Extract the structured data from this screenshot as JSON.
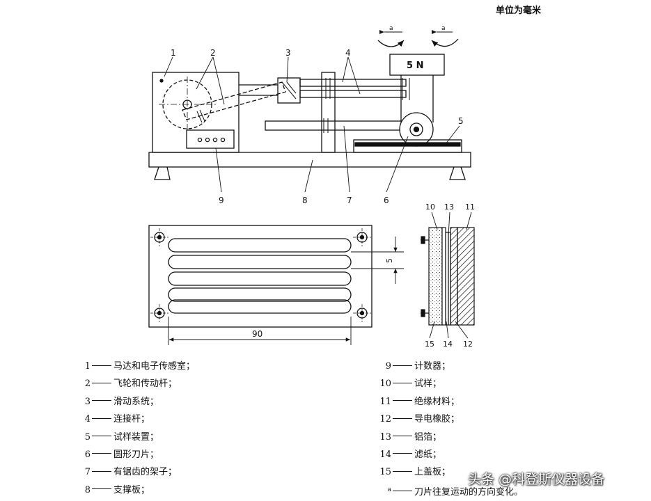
{
  "unit_note": "单位为毫米",
  "motor_weight_label": "5 N",
  "direction_mark": "a",
  "callouts": {
    "c1": "1",
    "c2": "2",
    "c3": "3",
    "c4": "4",
    "c5": "5",
    "c6": "6",
    "c7": "7",
    "c8": "8",
    "c9": "9",
    "c10": "10",
    "c11": "11",
    "c12": "12",
    "c13": "13",
    "c14": "14",
    "c15": "15"
  },
  "dimensions": {
    "slot_width": "5",
    "slot_length": "90"
  },
  "legend_left": [
    {
      "num": "1",
      "text": "马达和电子传感室；"
    },
    {
      "num": "2",
      "text": "飞轮和传动杆；"
    },
    {
      "num": "3",
      "text": "滑动系统；"
    },
    {
      "num": "4",
      "text": "连接杆；"
    },
    {
      "num": "5",
      "text": "试样装置；"
    },
    {
      "num": "6",
      "text": "圆形刀片；"
    },
    {
      "num": "7",
      "text": "有锯齿的架子；"
    },
    {
      "num": "8",
      "text": "支撑板；"
    }
  ],
  "legend_right": [
    {
      "num": "9",
      "text": "计数器；"
    },
    {
      "num": "10",
      "text": "试样；"
    },
    {
      "num": "11",
      "text": "绝缘材料；"
    },
    {
      "num": "12",
      "text": "导电橡胶；"
    },
    {
      "num": "13",
      "text": "铝箔；"
    },
    {
      "num": "14",
      "text": "滤纸；"
    },
    {
      "num": "15",
      "text": "上盖板；"
    }
  ],
  "footnote": {
    "mark": "a",
    "text": "刀片往复运动的方向变化。"
  },
  "watermark": "头条 @科登斯仪器设备"
}
